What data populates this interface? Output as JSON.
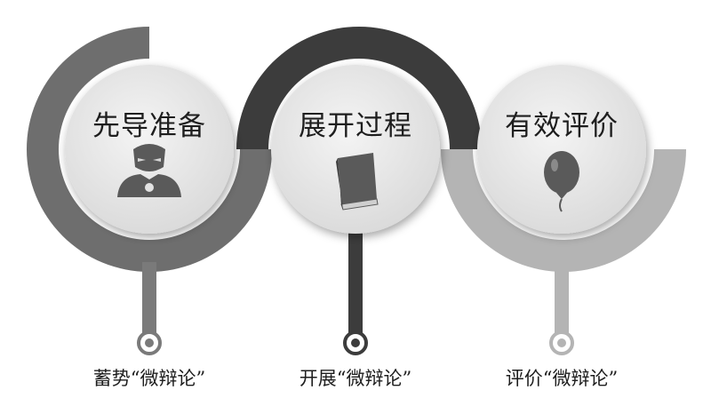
{
  "steps": [
    {
      "title": "先导准备",
      "caption": "蓄势“微辩论”",
      "icon": "iron-man-icon"
    },
    {
      "title": "展开过程",
      "caption": "开展“微辩论”",
      "icon": "book-icon"
    },
    {
      "title": "有效评价",
      "caption": "评价“微辩论”",
      "icon": "balloon-icon"
    }
  ],
  "colors": {
    "arc_step1": "#6e6e6e",
    "arc_step2": "#3c3c3c",
    "arc_step3": "#b4b4b4",
    "circle_fill": "#eaeaea",
    "text": "#1e1e1e"
  }
}
